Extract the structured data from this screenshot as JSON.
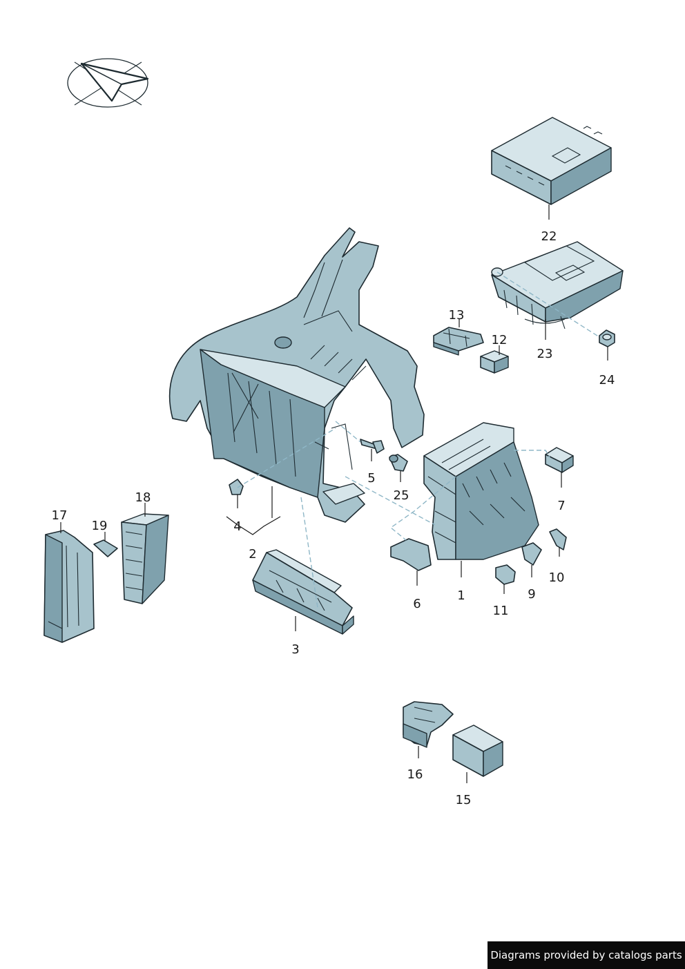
{
  "diagram": {
    "labels": {
      "p1": "1",
      "p2": "2",
      "p3": "3",
      "p4": "4",
      "p5": "5",
      "p6": "6",
      "p7": "7",
      "p9": "9",
      "p10": "10",
      "p11": "11",
      "p12": "12",
      "p13": "13",
      "p15": "15",
      "p16": "16",
      "p17": "17",
      "p18": "18",
      "p19": "19",
      "p22": "22",
      "p23": "23",
      "p24": "24",
      "p25": "25"
    },
    "icons": [
      "orientation-arrow-icon"
    ],
    "colors": {
      "part_fill": "#a7c3cc",
      "outline": "#1d2a30",
      "leader_dash": "#8fb7c7"
    }
  },
  "footer": {
    "credit": "Diagrams provided by catalogs parts"
  }
}
